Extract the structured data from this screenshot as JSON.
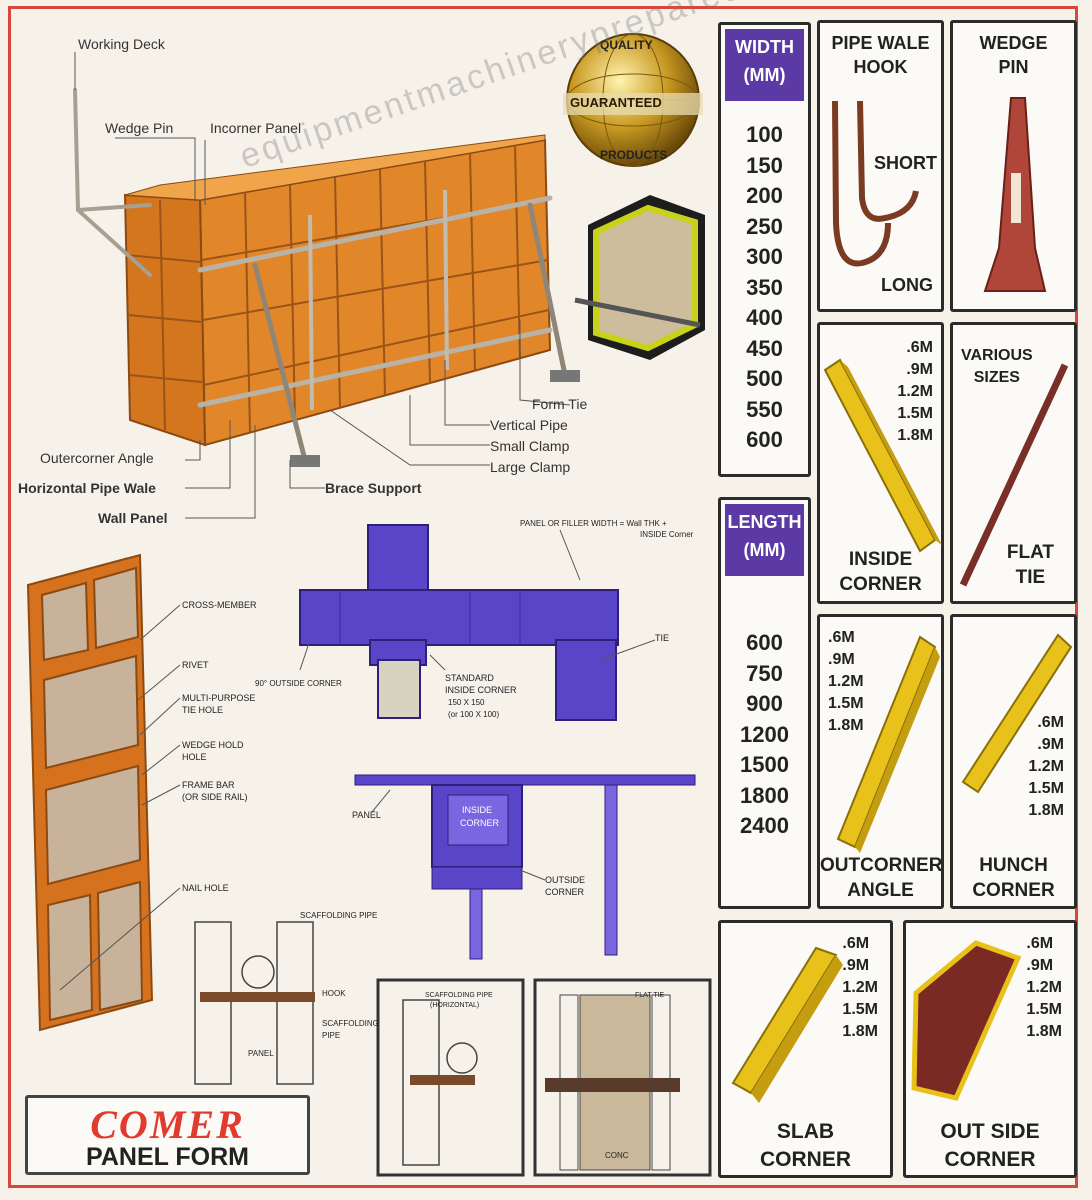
{
  "watermark": "equipmentmachinerypreparedings.com",
  "seal": {
    "text_top": "QUALITY",
    "text_mid": "GUARANTEED",
    "text_bottom": "PRODUCTS"
  },
  "wall_labels": {
    "working_deck": "Working Deck",
    "wedge_pin": "Wedge Pin",
    "incorner_panel": "Incorner Panel",
    "form_tie": "Form Tie",
    "vertical_pipe": "Vertical Pipe",
    "small_clamp": "Small Clamp",
    "large_clamp": "Large Clamp",
    "outercorner_angle": "Outercorner Angle",
    "horizontal_pipe_wale": "Horizontal Pipe Wale",
    "brace_support": "Brace Support",
    "wall_panel": "Wall Panel"
  },
  "panel_labels": {
    "cross_member": "CROSS-MEMBER",
    "rivet": "RIVET",
    "multi_purpose": "MULTI-PURPOSE",
    "tie_hole": "TIE HOLE",
    "wedge_hold": "WEDGE HOLD",
    "hole": "HOLE",
    "frame_bar": "FRAME BAR",
    "side_rail": "(OR SIDE RAIL)",
    "nail_hole": "NAIL HOLE"
  },
  "plan_labels": {
    "panel_width": "PANEL OR FILLER WIDTH = Wall THK +",
    "inside_corner_note": "INSIDE Corner",
    "tie": "TIE",
    "outside_corner_90": "90° OUTSIDE CORNER",
    "standard": "STANDARD",
    "inside_corner": "INSIDE CORNER",
    "dim1": "150 X 150",
    "dim2": "(or 100 X 100)"
  },
  "section_labels": {
    "panel": "PANEL",
    "inside": "INSIDE",
    "corner": "CORNER",
    "outside": "OUTSIDE",
    "outside_corner": "CORNER"
  },
  "detail_labels": {
    "scaffolding_pipe": "SCAFFOLDING PIPE",
    "hook": "HOOK",
    "scaffolding": "SCAFFOLDING",
    "pipe": "PIPE",
    "panel": "PANEL",
    "scaffolding_horizontal": "SCAFFOLDING PIPE",
    "horizontal": "(HORIZONTAL)",
    "flat_tie": "FLAT TIE",
    "conc": "CONC"
  },
  "brand": {
    "name": "COMER",
    "subtitle": "PANEL FORM"
  },
  "width_table": {
    "header": "WIDTH",
    "unit": "(MM)",
    "values": [
      "100",
      "150",
      "200",
      "250",
      "300",
      "350",
      "400",
      "450",
      "500",
      "550",
      "600"
    ]
  },
  "length_table": {
    "header": "LENGTH",
    "unit": "(MM)",
    "values": [
      "600",
      "750",
      "900",
      "1200",
      "1500",
      "1800",
      "2400"
    ]
  },
  "pipe_wale_hook": {
    "title1": "PIPE WALE",
    "title2": "HOOK",
    "short": "SHORT",
    "long": "LONG"
  },
  "wedge_pin": {
    "title1": "WEDGE",
    "title2": "PIN"
  },
  "inside_corner": {
    "sizes": [
      ".6M",
      ".9M",
      "1.2M",
      "1.5M",
      "1.8M"
    ],
    "cap1": "INSIDE",
    "cap2": "CORNER"
  },
  "flat_tie": {
    "top1": "VARIOUS",
    "top2": "SIZES",
    "cap1": "FLAT",
    "cap2": "TIE"
  },
  "outcorner_angle": {
    "sizes": [
      ".6M",
      ".9M",
      "1.2M",
      "1.5M",
      "1.8M"
    ],
    "cap1": "OUTCORNER",
    "cap2": "ANGLE"
  },
  "hunch_corner": {
    "sizes": [
      ".6M",
      ".9M",
      "1.2M",
      "1.5M",
      "1.8M"
    ],
    "cap1": "HUNCH",
    "cap2": "CORNER"
  },
  "slab_corner": {
    "sizes": [
      ".6M",
      ".9M",
      "1.2M",
      "1.5M",
      "1.8M"
    ],
    "cap1": "SLAB",
    "cap2": "CORNER"
  },
  "out_side_corner": {
    "sizes": [
      ".6M",
      ".9M",
      "1.2M",
      "1.5M",
      "1.8M"
    ],
    "cap1": "OUT SIDE",
    "cap2": "CORNER"
  },
  "colors": {
    "frame_red": "#d9463a",
    "purple": "#5b3aa6",
    "orange": "#e08a2c",
    "yellow": "#e8c21a",
    "brown": "#7a3b2a"
  }
}
